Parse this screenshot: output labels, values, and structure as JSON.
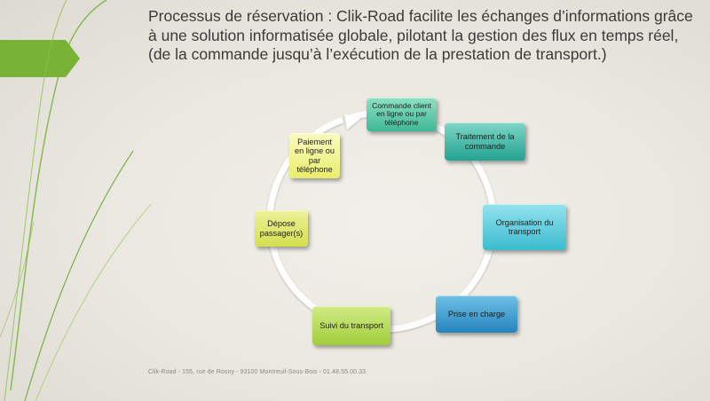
{
  "slide": {
    "title": "Processus de réservation : Clik-Road facilite les échanges d’informations grâce à une solution informatisée globale, pilotant la gestion des flux en temps réel, (de la commande jusqu’à l’exécution de la prestation de transport.)",
    "footer": "Clik-Road - 155, rue de Rosny - 93100 Montreuil-Sous-Bois - 01.48.55.00.33"
  },
  "cycle": {
    "steps": [
      {
        "label": "Commande client en ligne ou par téléphone",
        "color": "#3fb894"
      },
      {
        "label": "Traitement de la commande",
        "color": "#2fb19a"
      },
      {
        "label": "Organisation du transport",
        "color": "#3bbcd0"
      },
      {
        "label": "Prise en charge",
        "color": "#2c97c8"
      },
      {
        "label": "Suivi du transport",
        "color": "#a9d24a"
      },
      {
        "label": "Dépose passager(s)",
        "color": "#d6e05a"
      },
      {
        "label": "Paiement en ligne ou par téléphone",
        "color": "#eef07e"
      }
    ]
  },
  "colors": {
    "accent_green": "#7ab33a",
    "arrow_ring": "#ffffff"
  }
}
